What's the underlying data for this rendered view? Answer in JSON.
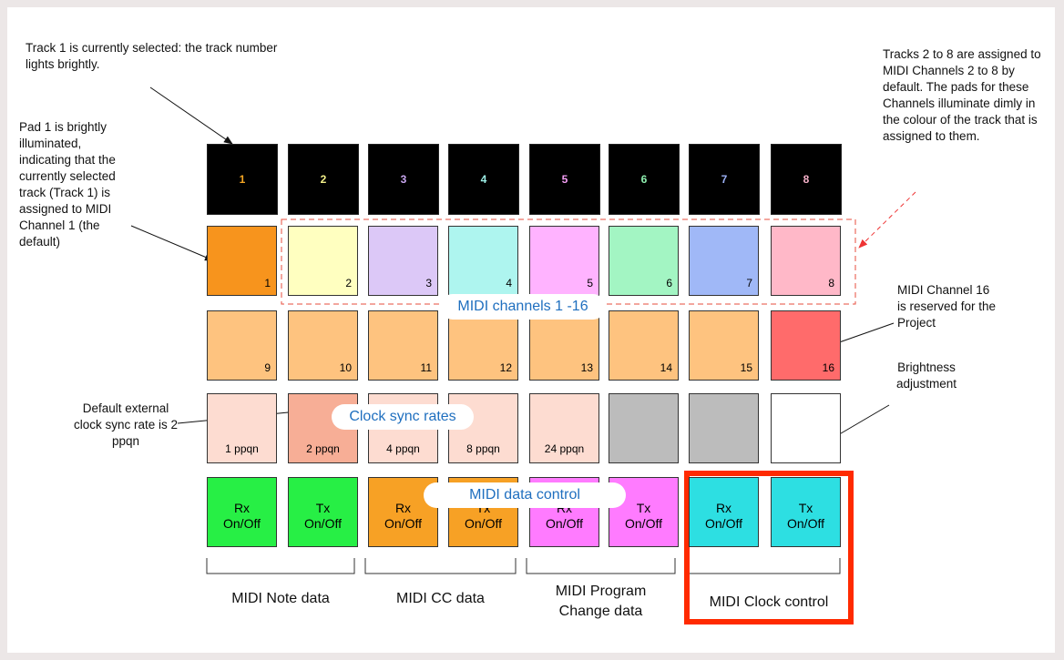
{
  "annotations": {
    "track_selected": "Track 1 is currently selected: the track number lights brightly.",
    "pad1": "Pad 1 is brightly illuminated, indicating that the currently selected track (Track 1) is assigned to MIDI Channel 1 (the default)",
    "tracks_2_8": "Tracks 2 to 8 are assigned to MIDI Channels 2 to 8 by default. The pads for these Channels illuminate dimly in the colour of the track that is assigned to them.",
    "channel16": "MIDI Channel 16 is reserved for the Project",
    "brightness": "Brightness adjustment",
    "default_clock": "Default external clock sync rate is 2 ppqn"
  },
  "overlay_labels": {
    "midi_channels": "MIDI channels 1 -16",
    "clock_sync": "Clock sync rates",
    "midi_data": "MIDI data control"
  },
  "track_buttons": [
    {
      "label": "1",
      "color": "#f5a623"
    },
    {
      "label": "2",
      "color": "#f3f08a"
    },
    {
      "label": "3",
      "color": "#c9a7f0"
    },
    {
      "label": "4",
      "color": "#9ef0e8"
    },
    {
      "label": "5",
      "color": "#f59ef5"
    },
    {
      "label": "6",
      "color": "#8ff0b0"
    },
    {
      "label": "7",
      "color": "#9bb0f5"
    },
    {
      "label": "8",
      "color": "#f5b0c8"
    }
  ],
  "channel_pads_row1": [
    {
      "label": "1",
      "color": "#f7941d"
    },
    {
      "label": "2",
      "color": "#ffffc0"
    },
    {
      "label": "3",
      "color": "#dcc8f7"
    },
    {
      "label": "4",
      "color": "#aef5ef"
    },
    {
      "label": "5",
      "color": "#ffb3ff"
    },
    {
      "label": "6",
      "color": "#a3f5c3"
    },
    {
      "label": "7",
      "color": "#a0b8f7"
    },
    {
      "label": "8",
      "color": "#ffb8c8"
    }
  ],
  "channel_pads_row2": [
    {
      "label": "9",
      "color": "#fec37f"
    },
    {
      "label": "10",
      "color": "#fec37f"
    },
    {
      "label": "11",
      "color": "#fec37f"
    },
    {
      "label": "12",
      "color": "#fec37f"
    },
    {
      "label": "13",
      "color": "#fec37f"
    },
    {
      "label": "14",
      "color": "#fec37f"
    },
    {
      "label": "15",
      "color": "#fec37f"
    },
    {
      "label": "16",
      "color": "#ff6b6b"
    }
  ],
  "clock_pads": [
    {
      "label": "1 ppqn",
      "color": "#fddcd1"
    },
    {
      "label": "2 ppqn",
      "color": "#f7ae96"
    },
    {
      "label": "4 ppqn",
      "color": "#fddcd1"
    },
    {
      "label": "8 ppqn",
      "color": "#fddcd1"
    },
    {
      "label": "24 ppqn",
      "color": "#fddcd1"
    },
    {
      "label": "",
      "color": "#bcbcbc"
    },
    {
      "label": "",
      "color": "#bcbcbc"
    },
    {
      "label": "",
      "color": "#ffffff"
    }
  ],
  "data_pads": [
    {
      "line1": "Rx",
      "line2": "On/Off",
      "color": "#27ef45"
    },
    {
      "line1": "Tx",
      "line2": "On/Off",
      "color": "#27ef45"
    },
    {
      "line1": "Rx",
      "line2": "On/Off",
      "color": "#f7a125"
    },
    {
      "line1": "Tx",
      "line2": "On/Off",
      "color": "#f7a125"
    },
    {
      "line1": "Rx",
      "line2": "On/Off",
      "color": "#ff7bff"
    },
    {
      "line1": "Tx",
      "line2": "On/Off",
      "color": "#ff7bff"
    },
    {
      "line1": "Rx",
      "line2": "On/Off",
      "color": "#2ddfe2"
    },
    {
      "line1": "Tx",
      "line2": "On/Off",
      "color": "#2ddfe2"
    }
  ],
  "group_labels": {
    "note": "MIDI Note data",
    "cc": "MIDI CC data",
    "program_1": "MIDI Program",
    "program_2": "Change data",
    "clock": "MIDI Clock control"
  },
  "colors": {
    "highlight_red": "#ff2a00",
    "dashed_red": "#e74c3c",
    "overlay_blue": "#1f6fbf"
  }
}
